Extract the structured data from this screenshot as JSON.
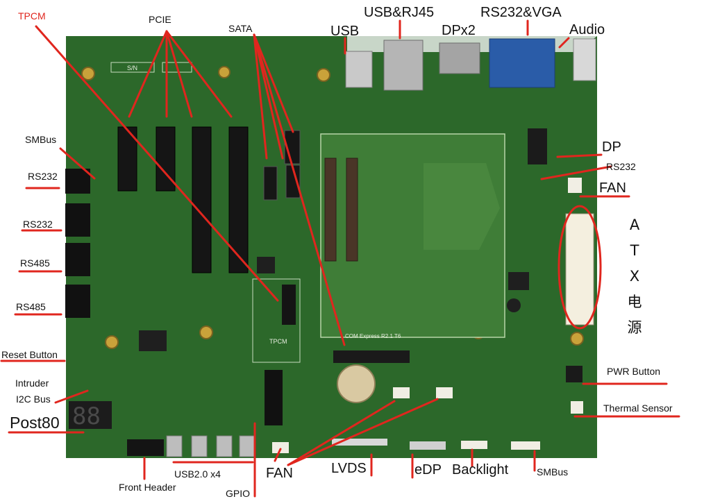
{
  "diagram": {
    "board_name": "COM Express R2.1 T6",
    "silk_labels": {
      "tpcm_area": "TPCM",
      "sn": "S/N"
    },
    "post80_display": "88",
    "colors": {
      "board": "#2f6d2c",
      "pcb_dark": "#1c4a1f",
      "callout": "#e0261e",
      "label_text": "#111111",
      "highlight": "#e0261e"
    },
    "labels": {
      "tpcm": "TPCM",
      "pcie": "PCIE",
      "sata": "SATA",
      "usb": "USB",
      "usb_rj45": "USB&RJ45",
      "dpx2": "DPx2",
      "rs232_vga": "RS232&VGA",
      "audio": "Audio",
      "smbus_left": "SMBus",
      "rs232_1": "RS232",
      "rs232_2": "RS232",
      "rs485_1": "RS485",
      "rs485_2": "RS485",
      "reset_button": "Reset Button",
      "intruder": "Intruder",
      "i2c_bus": "I2C Bus",
      "post80": "Post80",
      "front_header": "Front Header",
      "usb2_x4": "USB2.0 x4",
      "gpio": "GPIO",
      "fan_bottom": "FAN",
      "lvds": "LVDS",
      "edp": "eDP",
      "backlight": "Backlight",
      "smbus_bottom": "SMBus",
      "dp": "DP",
      "rs232_right": "RS232",
      "fan_right": "FAN",
      "atx_power": [
        "A",
        "T",
        "X",
        "电",
        "源"
      ],
      "pwr_button": "PWR Button",
      "thermal_sensor": "Thermal Sensor"
    }
  }
}
